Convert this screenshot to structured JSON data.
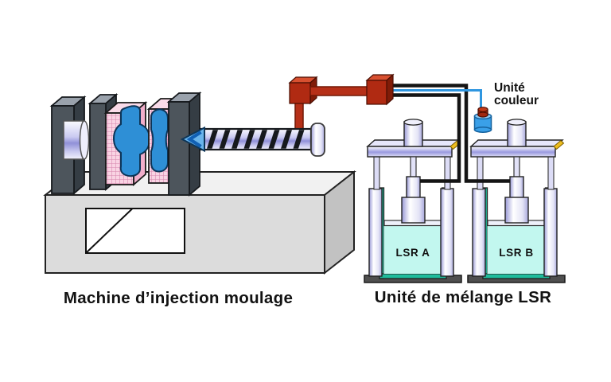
{
  "labels": {
    "machine": "Machine d’injection moulage",
    "mixing_unit": "Unité de mélange LSR",
    "color_unit_line1": "Unité",
    "color_unit_line2": "couleur",
    "container_a": "LSR A",
    "container_b": "LSR B"
  },
  "colors": {
    "pipe_red": "#b63018",
    "pipe_black": "#141414",
    "feed_line_blue": "#2f96e0",
    "color_unit_blue": "#3aa0e8",
    "container_teal": "#1fbc9c",
    "liquid_cyan": "#c2f7ef",
    "mold_pink": "#f9d3e3",
    "molded_part_blue": "#2e8fd6",
    "platen_gray": "#4d555c",
    "machine_base_gray": "#dcdcdc",
    "plate_marker_yellow": "#edbd1e"
  }
}
